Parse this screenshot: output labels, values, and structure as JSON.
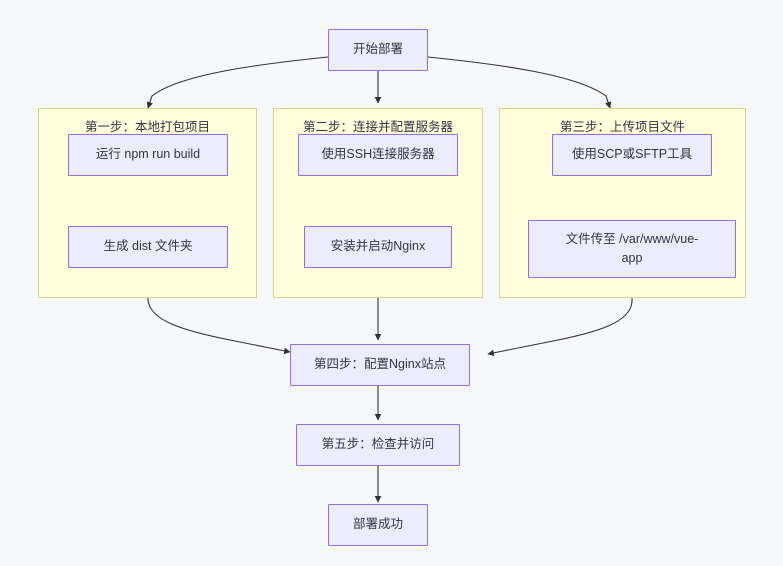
{
  "diagram": {
    "type": "flowchart",
    "direction": "top-down",
    "title_node": "开始部署",
    "background_color": "#f7f8fc",
    "node_fill": "#ececff",
    "node_stroke": "#9370db",
    "cluster_fill": "#ffffde",
    "cluster_stroke": "#d6d68f",
    "edge_color": "#333333",
    "text_color": "#333344"
  },
  "nodes": {
    "start": {
      "label": "开始部署"
    },
    "step1_a": {
      "label": "运行 npm run build"
    },
    "step1_b": {
      "label": "生成 dist 文件夹"
    },
    "step2_a": {
      "label": "使用SSH连接服务器"
    },
    "step2_b": {
      "label": "安装并启动Nginx"
    },
    "step3_a": {
      "label": "使用SCP或SFTP工具"
    },
    "step3_b_line1": {
      "label": "文件传至 /var/www/vue-"
    },
    "step3_b_line2": {
      "label": "app"
    },
    "step4": {
      "label": "第四步：配置Nginx站点"
    },
    "step5": {
      "label": "第五步：检查并访问"
    },
    "done": {
      "label": "部署成功"
    }
  },
  "clusters": {
    "cluster1": {
      "label": "第一步：本地打包项目"
    },
    "cluster2": {
      "label": "第二步：连接并配置服务器"
    },
    "cluster3": {
      "label": "第三步：上传项目文件"
    }
  },
  "edges": [
    {
      "from": "start",
      "to": "step1_a"
    },
    {
      "from": "start",
      "to": "step2_a"
    },
    {
      "from": "start",
      "to": "step3_a"
    },
    {
      "from": "step1_a",
      "to": "step1_b"
    },
    {
      "from": "step2_a",
      "to": "step2_b"
    },
    {
      "from": "step3_a",
      "to": "step3_b"
    },
    {
      "from": "step1_b",
      "to": "step4"
    },
    {
      "from": "step2_b",
      "to": "step4"
    },
    {
      "from": "step3_b",
      "to": "step4"
    },
    {
      "from": "step4",
      "to": "step5"
    },
    {
      "from": "step5",
      "to": "done"
    }
  ]
}
